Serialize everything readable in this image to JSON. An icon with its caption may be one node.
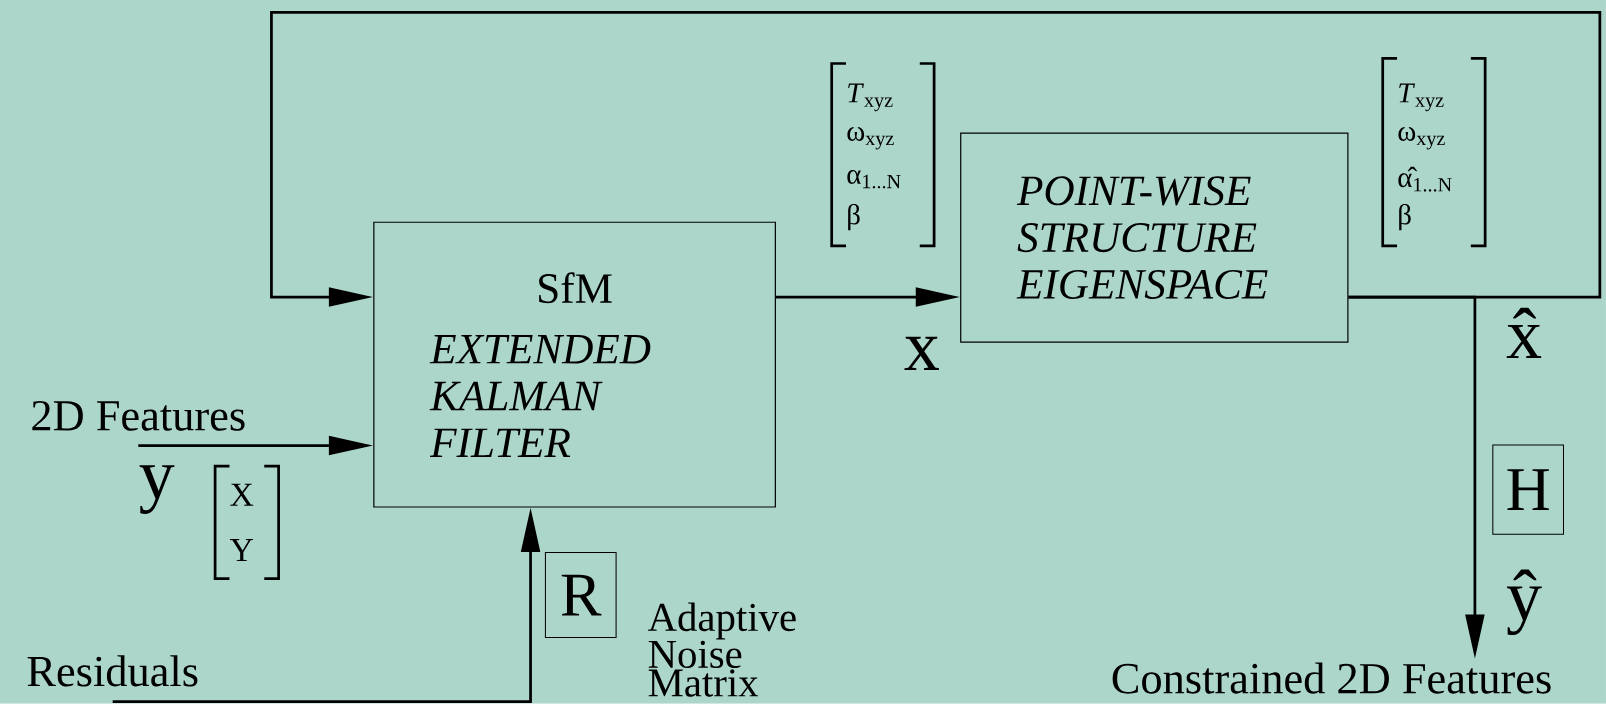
{
  "diagram": {
    "nodes": [
      {
        "text": [
          "SfM",
          "EXTENDED KALMAN FILTER"
        ]
      },
      {
        "text": [
          "POINT-WISE STRUCTURE EIGENSPACE"
        ]
      },
      {
        "text": [
          "2D Features"
        ]
      },
      {
        "text": [
          "Residuals"
        ]
      },
      {
        "text": [
          "R"
        ],
        "beside": [
          "Adaptive Noise Matrix"
        ]
      },
      {
        "text": [
          "H"
        ]
      },
      {
        "text": [
          "Constrained 2D Features"
        ]
      }
    ],
    "edges": [
      {
        "from": 0,
        "to": 1,
        "arrow": "to",
        "label": "x"
      },
      {
        "from": 1,
        "to": 0,
        "arrow": "to"
      },
      {
        "from": 2,
        "to": 0,
        "arrow": "to"
      },
      {
        "from": 3,
        "to": 0,
        "arrow": "to"
      },
      {
        "from": 1,
        "to": 6,
        "arrow": "to",
        "label": "x̂"
      }
    ],
    "labels": [
      "*T*$_{xyz}$",
      "ω$_{xyz}$",
      "α$_{1...N}$",
      "β",
      "*T*$_{xyz}$",
      "ω$_{xyz}$",
      "α̂$_{1...N}$",
      "β",
      "y",
      "X",
      "Y",
      "ŷ"
    ]
  }
}
